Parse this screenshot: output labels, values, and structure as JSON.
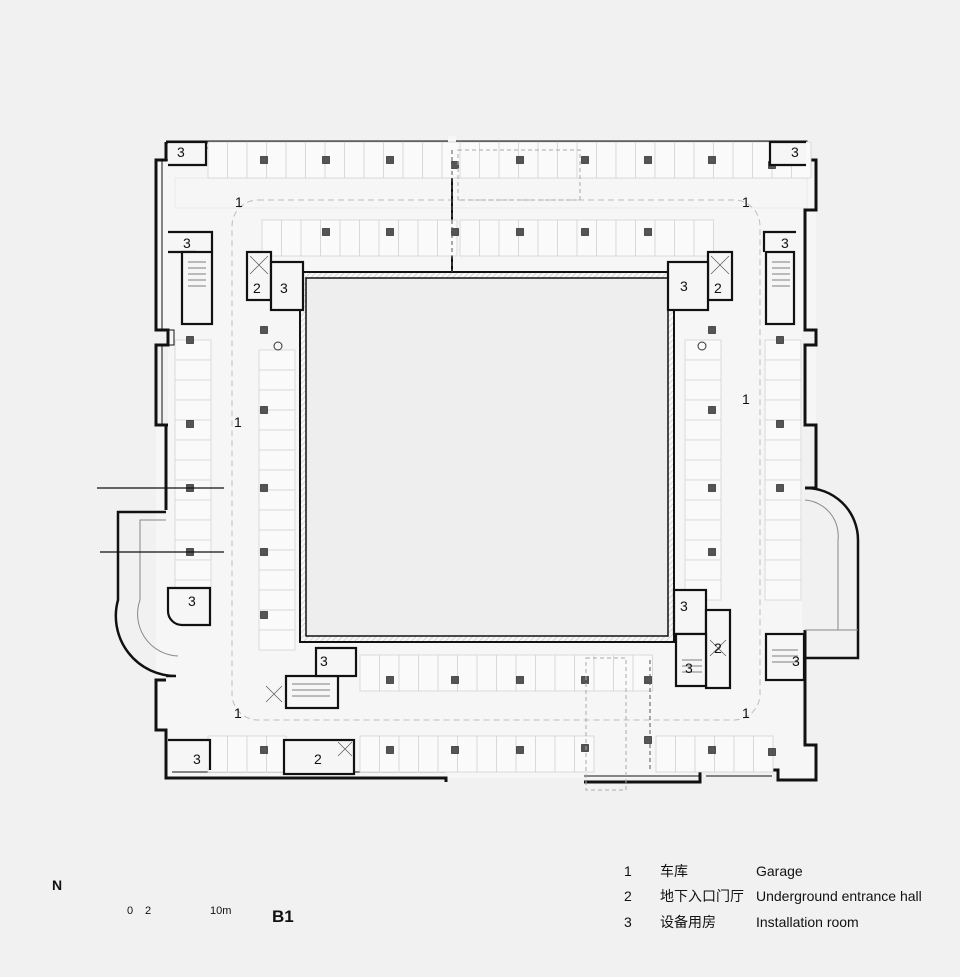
{
  "plan": {
    "floor_label": "B1",
    "north_label": "N",
    "room_numbers": {
      "garage": "1",
      "entrance_hall": "2",
      "installation_room": "3"
    }
  },
  "scale_bar": {
    "tick_0": "0",
    "tick_2": "2",
    "tick_10": "10m"
  },
  "legend": [
    {
      "num": "1",
      "cn": "车库",
      "en": "Garage"
    },
    {
      "num": "2",
      "cn": "地下入口门厅",
      "en": "Underground entrance hall"
    },
    {
      "num": "3",
      "cn": "设备用房",
      "en": "Installation room"
    }
  ],
  "colors": {
    "background": "#f1f1f1",
    "wall": "#111111",
    "courtyard": "#eeeeee",
    "hatch": "#c8c8c8",
    "dashed": "#b4b4b4"
  }
}
